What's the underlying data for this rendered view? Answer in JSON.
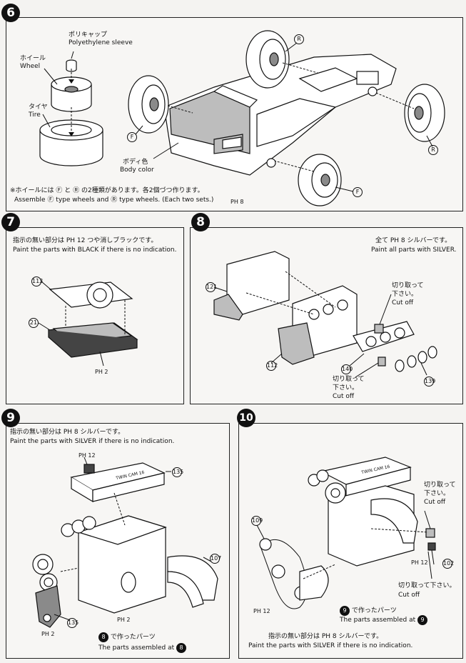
{
  "steps": {
    "s6": {
      "number": "6",
      "sleeve_jp": "ポリキャップ",
      "sleeve_en": "Polyethylene sleeve",
      "wheel_jp": "ホイール",
      "wheel_en": "Wheel",
      "tire_jp": "タイヤ",
      "tire_en": "Tire",
      "body_jp": "ボディ色",
      "body_en": "Body color",
      "marker_f": "F",
      "marker_r": "R",
      "note_jp": "※ホイールには Ⓕ と Ⓡ の2種類があります。各2個づつ作ります。",
      "note_en": "Assemble Ⓕ type wheels and Ⓡ type wheels. (Each two sets.)",
      "paint_ref": "PH 8"
    },
    "s7": {
      "number": "7",
      "note_jp": "指示の無い部分は PH 12 つや消しブラックです。",
      "note_en": "Paint the parts with BLACK if there is no indication.",
      "part_a": "113",
      "part_b": "21",
      "paint_ref": "PH 2"
    },
    "s8": {
      "number": "8",
      "note_jp": "全て PH 8 シルバーです。",
      "note_en": "Paint all parts with SILVER.",
      "part_121": "121",
      "part_112": "112",
      "part_140": "140",
      "part_139": "139",
      "cut_jp_1": "切り取って",
      "cut_jp_2": "下さい。",
      "cut_en": "Cut off"
    },
    "s9": {
      "number": "9",
      "note_jp": "指示の無い部分は PH 8 シルバーです。",
      "note_en": "Paint the parts with SILVER if there is no indication.",
      "paint_ref_top": "PH 12",
      "part_135a": "135",
      "part_107": "107",
      "part_135b": "135",
      "paint_ref_mid": "PH 2",
      "paint_ref_bot": "PH 2",
      "assembled_num": "8",
      "assembled_jp": "で作ったパーツ",
      "assembled_en": "The parts assembled at",
      "engine_text": "TWIN CAM 16"
    },
    "s10": {
      "number": "10",
      "part_109": "109",
      "part_102": "102",
      "paint_ref_left": "PH 12",
      "paint_ref_right": "PH 12",
      "cut_jp_1": "切り取って",
      "cut_jp_2": "下さい。",
      "cut_en": "Cut off",
      "cut2_jp": "切り取って下さい。",
      "cut2_en": "Cut off",
      "assembled_num": "9",
      "assembled_jp": "で作ったパーツ",
      "assembled_en": "The parts assembled at",
      "note_jp": "指示の無い部分は PH 8 シルバーです。",
      "note_en": "Paint the parts with SILVER if there is no indication.",
      "engine_text": "TWIN CAM 16"
    }
  }
}
